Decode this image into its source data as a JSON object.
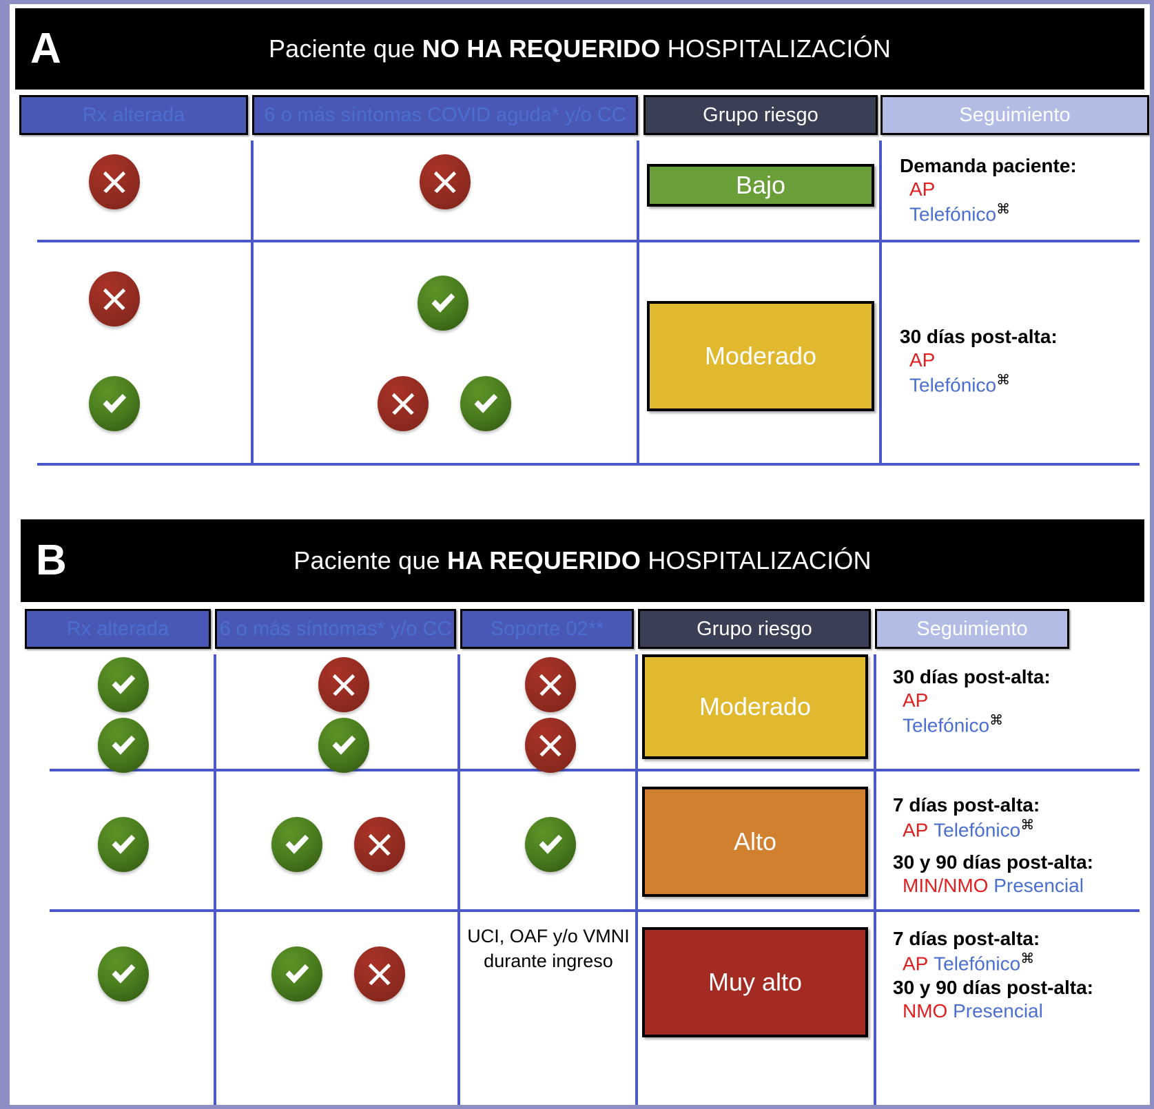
{
  "colors": {
    "header_blue": "#4a58b5",
    "header_dark": "#3a3f55",
    "header_light": "#b3bce5",
    "grid_blue": "#4a58c8",
    "risk_bajo": "#6a9e39",
    "risk_moderado": "#e0b92e",
    "risk_alto": "#d1802f",
    "risk_muy_alto": "#a32b22",
    "accent_red": "#e02020",
    "accent_blue": "#4a6fd0"
  },
  "icons": {
    "cross": "cross-icon",
    "check": "check-icon",
    "superscript_marker": "⌘"
  },
  "panels": [
    {
      "letter": "A",
      "title_prefix": "Paciente que ",
      "title_bold": "NO HA REQUERIDO",
      "title_suffix": " HOSPITALIZACIÓN",
      "headers": [
        {
          "label": "Rx alterada",
          "style": "blue"
        },
        {
          "label": "6 o más síntomas COVID aguda* y/o CC",
          "style": "blue"
        },
        {
          "label": "Grupo riesgo",
          "style": "dark"
        },
        {
          "label": "Seguimiento",
          "style": "light"
        }
      ],
      "rows": [
        {
          "rx": [
            "cross"
          ],
          "symptoms": [
            "cross"
          ],
          "risk_label": "Bajo",
          "risk_color": "#6a9e39",
          "followup": [
            {
              "heading": "Demanda paciente:",
              "lines": [
                {
                  "text": "AP",
                  "color": "red"
                },
                {
                  "text": "Telefónico",
                  "color": "blue",
                  "sup": "⌘"
                }
              ]
            }
          ]
        },
        {
          "rx": [
            "cross",
            "check"
          ],
          "symptoms": [
            "check",
            "cross",
            "check"
          ],
          "risk_label": "Moderado",
          "risk_color": "#e0b92e",
          "followup": [
            {
              "heading": "30 días post-alta:",
              "lines": [
                {
                  "text": "AP",
                  "color": "red"
                },
                {
                  "text": "Telefónico",
                  "color": "blue",
                  "sup": "⌘"
                }
              ]
            }
          ]
        }
      ]
    },
    {
      "letter": "B",
      "title_prefix": "Paciente que ",
      "title_bold": "HA REQUERIDO",
      "title_suffix": " HOSPITALIZACIÓN",
      "headers": [
        {
          "label": "Rx alterada",
          "style": "blue"
        },
        {
          "label": "6 o más síntomas* y/o CC",
          "style": "blue"
        },
        {
          "label": "Soporte 02**",
          "style": "blue"
        },
        {
          "label": "Grupo riesgo",
          "style": "dark"
        },
        {
          "label": "Seguimiento",
          "style": "light"
        }
      ],
      "rows": [
        {
          "rx": [
            "check",
            "check"
          ],
          "symptoms": [
            "cross",
            "check"
          ],
          "support": [
            "cross",
            "cross"
          ],
          "risk_label": "Moderado",
          "risk_color": "#e0b92e",
          "followup": [
            {
              "heading": "30 días post-alta:",
              "lines": [
                {
                  "text": "AP",
                  "color": "red"
                },
                {
                  "text": "Telefónico",
                  "color": "blue",
                  "sup": "⌘"
                }
              ]
            }
          ]
        },
        {
          "rx": [
            "check"
          ],
          "symptoms": [
            "check",
            "cross"
          ],
          "support": [
            "check"
          ],
          "risk_label": "Alto",
          "risk_color": "#d1802f",
          "followup": [
            {
              "heading": "7 días post-alta:",
              "inline": [
                {
                  "text": "AP",
                  "color": "red"
                },
                {
                  "text": "Telefónico",
                  "color": "blue",
                  "sup": "⌘"
                }
              ]
            },
            {
              "heading": "30 y 90 días post-alta:",
              "inline": [
                {
                  "text": "MIN/NMO",
                  "color": "red"
                },
                {
                  "text": "Presencial",
                  "color": "blue"
                }
              ]
            }
          ]
        },
        {
          "rx": [
            "check"
          ],
          "symptoms": [
            "check",
            "cross"
          ],
          "support_text": "UCI, OAF y/o VMNI durante ingreso",
          "risk_label": "Muy alto",
          "risk_color": "#a32b22",
          "followup": [
            {
              "heading": "7 días post-alta:",
              "inline": [
                {
                  "text": "AP",
                  "color": "red"
                },
                {
                  "text": "Telefónico",
                  "color": "blue",
                  "sup": "⌘"
                }
              ]
            },
            {
              "heading": "30 y 90 días post-alta:",
              "inline": [
                {
                  "text": "NMO",
                  "color": "red"
                },
                {
                  "text": "Presencial",
                  "color": "blue"
                }
              ]
            }
          ]
        }
      ]
    }
  ]
}
